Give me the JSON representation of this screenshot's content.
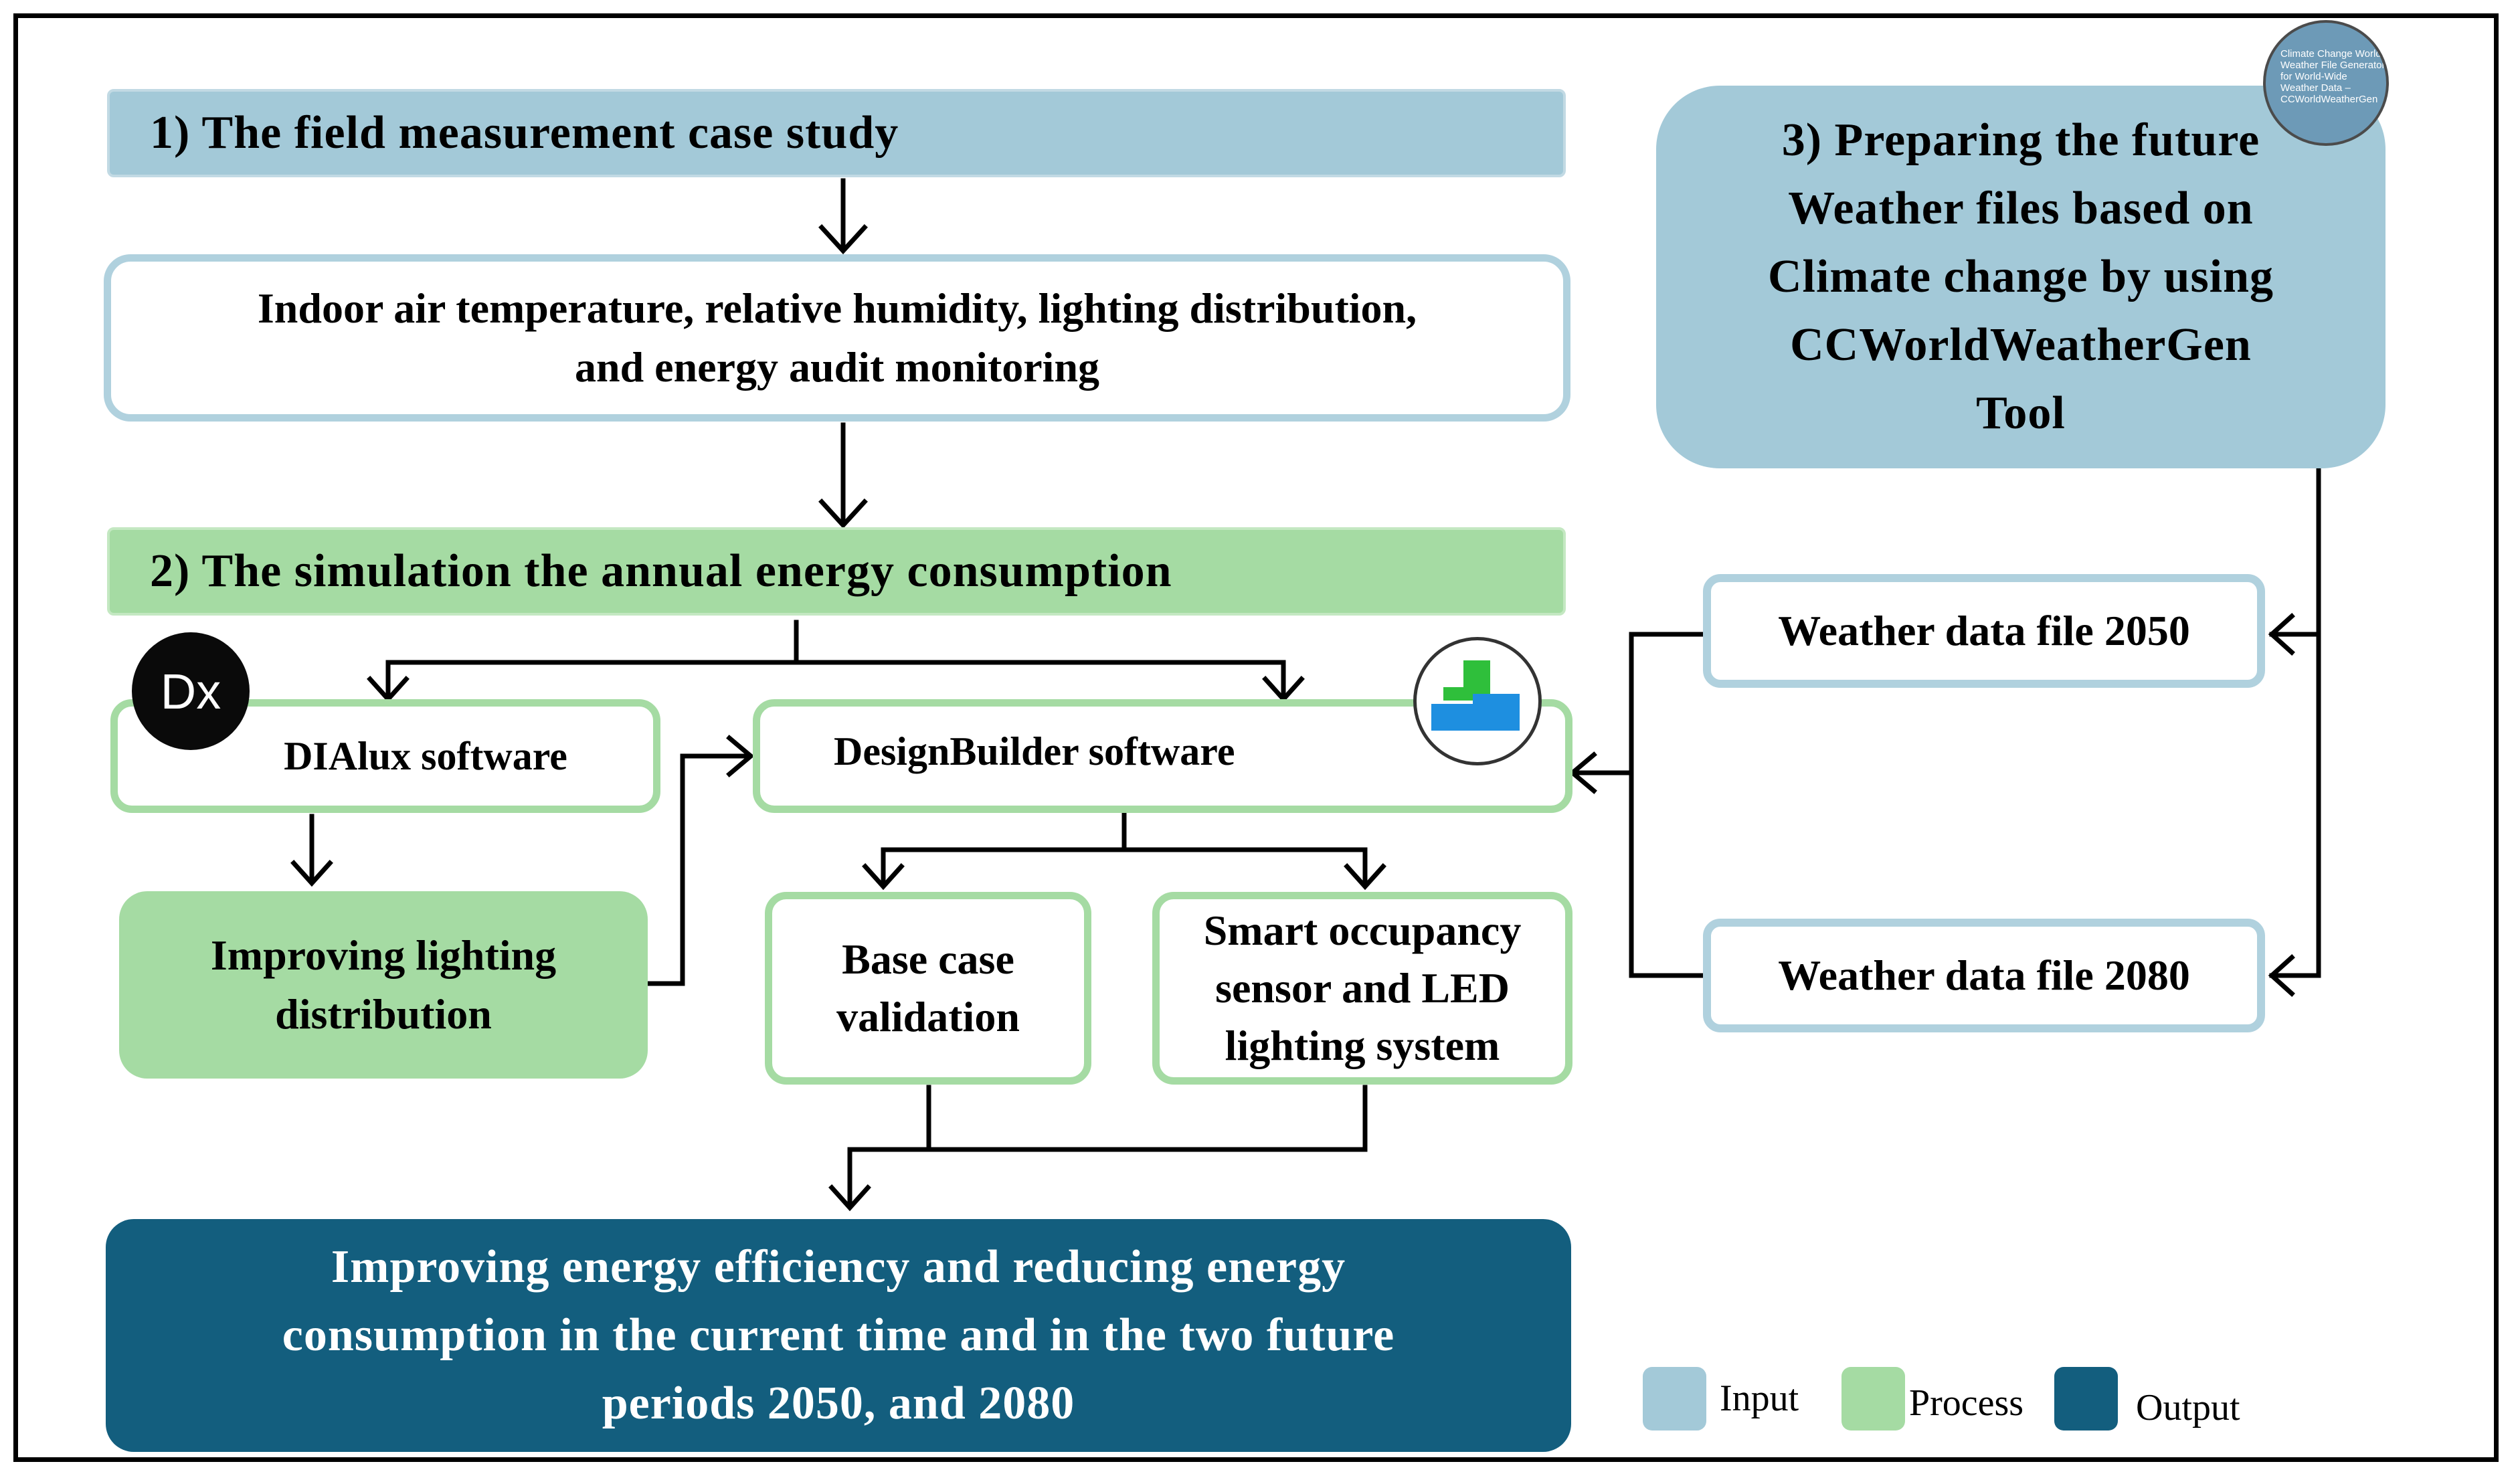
{
  "step1": {
    "title": "1) The field measurement case study"
  },
  "measurement": {
    "line1": "Indoor air temperature, relative humidity, lighting distribution,",
    "line2": "and energy audit monitoring"
  },
  "step2": {
    "title": "2) The simulation the annual energy consumption"
  },
  "step3": {
    "line1": "3) Preparing the future",
    "line2": "Weather files based on",
    "line3": "Climate change by using",
    "line4": "CCWorldWeatherGen",
    "line5": "Tool"
  },
  "dialux": {
    "label": "DIAlux software",
    "logo_text": "Dx"
  },
  "designbuilder": {
    "label": "DesignBuilder software"
  },
  "improving_lighting": {
    "line1": "Improving lighting",
    "line2": "distribution"
  },
  "base_case": {
    "line1": "Base case",
    "line2": "validation"
  },
  "smart": {
    "line1": "Smart occupancy",
    "line2": "sensor and LED",
    "line3": "lighting system"
  },
  "weather2050": {
    "label": "Weather data file 2050"
  },
  "weather2080": {
    "label": "Weather data file 2080"
  },
  "output": {
    "line1": "Improving energy efficiency and reducing energy",
    "line2": "consumption in the current time and in the two future",
    "line3": "periods 2050, and 2080"
  },
  "ccworld_logo_text": "Climate Change World Weather File Generator for World-Wide Weather Data – CCWorldWeatherGen",
  "legend": [
    {
      "label": "Input",
      "color": "#a3c9d8"
    },
    {
      "label": "Process",
      "color": "#a5dba3"
    },
    {
      "label": "Output",
      "color": "#135e7e"
    }
  ]
}
